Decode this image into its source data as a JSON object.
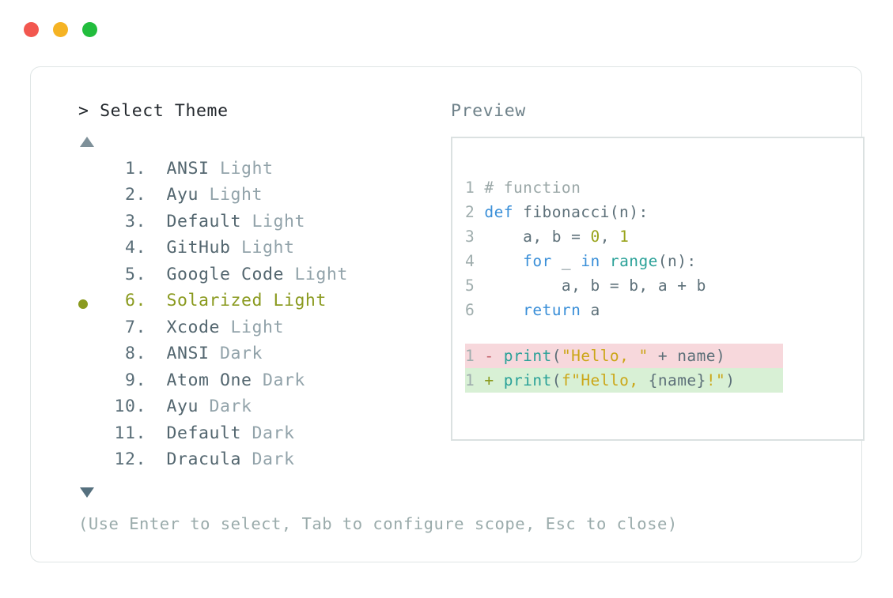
{
  "window": {
    "traffic_lights": [
      {
        "name": "close",
        "color": "#f2574f"
      },
      {
        "name": "minimize",
        "color": "#f5b324"
      },
      {
        "name": "maximize",
        "color": "#22bd3d"
      }
    ]
  },
  "picker": {
    "prompt_caret": ">",
    "prompt_label": "Select Theme",
    "scroll_up_icon": "triangle-up",
    "scroll_down_icon": "triangle-down",
    "selected_index": 6,
    "selected_bullet": "●",
    "items": [
      {
        "num": "1.",
        "name": "ANSI",
        "variant": "Light",
        "selected": false
      },
      {
        "num": "2.",
        "name": "Ayu",
        "variant": "Light",
        "selected": false
      },
      {
        "num": "3.",
        "name": "Default",
        "variant": "Light",
        "selected": false
      },
      {
        "num": "4.",
        "name": "GitHub",
        "variant": "Light",
        "selected": false
      },
      {
        "num": "5.",
        "name": "Google Code",
        "variant": "Light",
        "selected": false
      },
      {
        "num": "6.",
        "name": "Solarized",
        "variant": "Light",
        "selected": true
      },
      {
        "num": "7.",
        "name": "Xcode",
        "variant": "Light",
        "selected": false
      },
      {
        "num": "8.",
        "name": "ANSI",
        "variant": "Dark",
        "selected": false
      },
      {
        "num": "9.",
        "name": "Atom One",
        "variant": "Dark",
        "selected": false
      },
      {
        "num": "10.",
        "name": "Ayu",
        "variant": "Dark",
        "selected": false
      },
      {
        "num": "11.",
        "name": "Default",
        "variant": "Dark",
        "selected": false
      },
      {
        "num": "12.",
        "name": "Dracula",
        "variant": "Dark",
        "selected": false
      }
    ]
  },
  "preview": {
    "label": "Preview",
    "code": {
      "l1_no": "1",
      "l1_cmt": " # function",
      "l2_no": "2",
      "l2_kw": " def",
      "l2_rest": " fibonacci(n):",
      "l3_no": "3",
      "l3_a": "     a, b = ",
      "l3_n0": "0",
      "l3_c": ", ",
      "l3_n1": "1",
      "l4_no": "4",
      "l4_for": "     for",
      "l4_u": " _ ",
      "l4_in": "in",
      "l4_sp": " ",
      "l4_range": "range",
      "l4_tail": "(n):",
      "l5_no": "5",
      "l5_txt": "         a, b = b, a + b",
      "l6_no": "6",
      "l6_kw": "     return",
      "l6_txt": " a"
    },
    "diff": {
      "del_no": "1",
      "del_marker": "-",
      "del_fn": " print",
      "del_p1": "(",
      "del_str": "\"Hello, \"",
      "del_tail": " + name)",
      "add_no": "1",
      "add_marker": "+",
      "add_fn": " print",
      "add_p1": "(",
      "add_str": "f\"Hello, ",
      "add_var": "{name}",
      "add_str2": "!\"",
      "add_tail": ")"
    }
  },
  "footer": {
    "hint": "(Use Enter to select, Tab to configure scope, Esc to close)"
  }
}
